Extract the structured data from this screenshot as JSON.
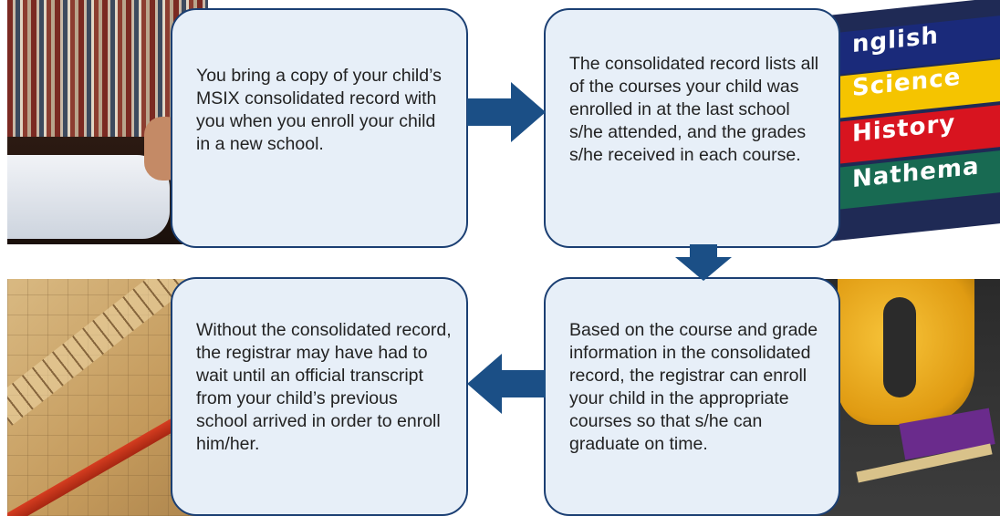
{
  "colors": {
    "card_fill": "#e7eff8",
    "card_border": "#1b3f73",
    "arrow": "#1b4f86",
    "text": "#222222"
  },
  "images": {
    "top_left": "library-shelf-photo",
    "top_right": "subject-books-photo",
    "bottom_left": "drafting-tools-photo",
    "bottom_right": "school-backpack-photo"
  },
  "book_labels": [
    "nglish",
    "Science",
    "History",
    "Nathema"
  ],
  "steps": [
    {
      "text": "You bring a copy of your child’s MSIX consolidated record with you when you enroll your child in a new school."
    },
    {
      "text": "The consolidated record lists all of the courses your child was enrolled in at the last school s/he attended, and the grades s/he received in each course."
    },
    {
      "text": "Based on the course and grade information in the consolidated record, the registrar can enroll your child in the appropriate courses so that s/he can graduate on time."
    },
    {
      "text": "Without the consolidated record, the registrar may have had to wait until an official transcript from your child’s previous school arrived in order to enroll him/her."
    }
  ],
  "arrows": [
    {
      "from": 1,
      "to": 2,
      "direction": "right"
    },
    {
      "from": 2,
      "to": 3,
      "direction": "down"
    },
    {
      "from": 3,
      "to": 4,
      "direction": "left"
    }
  ]
}
